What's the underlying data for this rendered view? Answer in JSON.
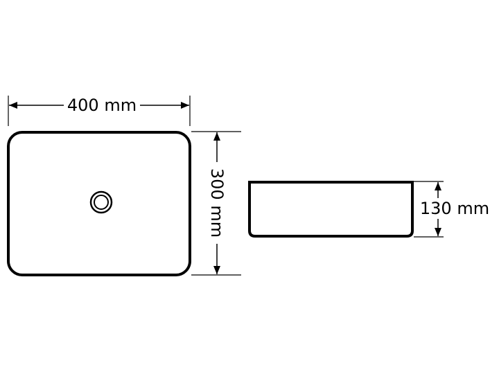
{
  "dimensions": {
    "width_label": "400 mm",
    "depth_label": "300 mm",
    "height_label": "130 mm"
  },
  "colors": {
    "line": "#000000",
    "background": "#ffffff"
  },
  "icons": {
    "drain": "drain-icon"
  }
}
